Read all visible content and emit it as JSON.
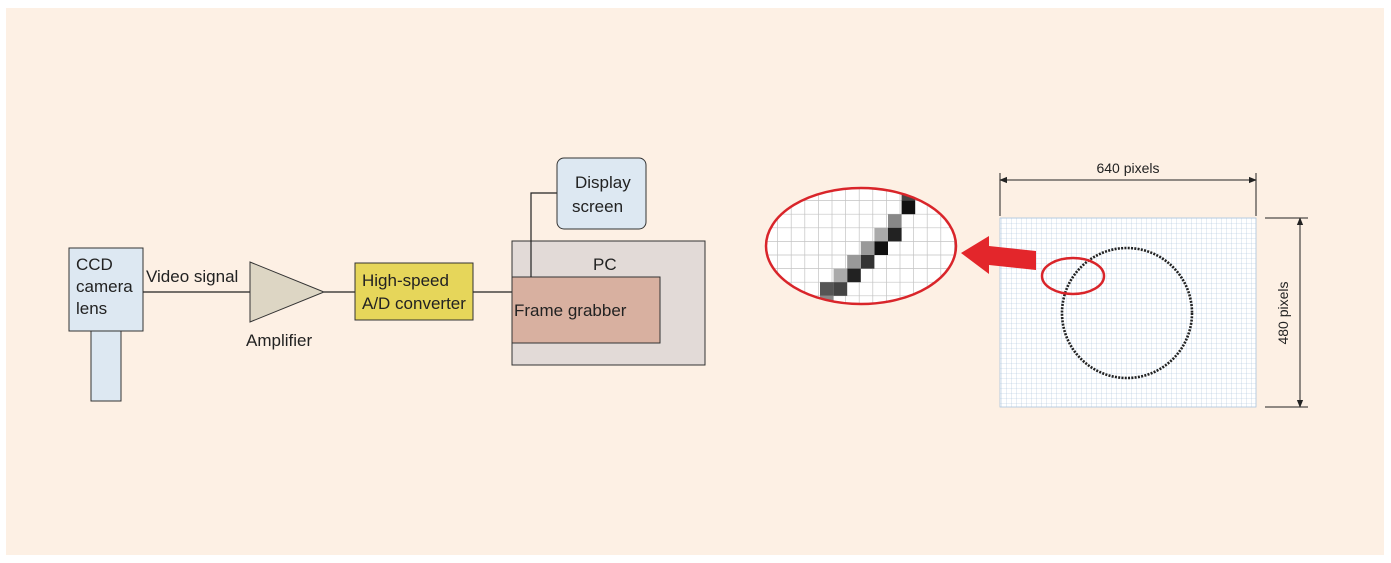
{
  "camera": {
    "label_lines": [
      "CCD",
      "camera",
      "lens"
    ],
    "fill": "#dde8f2"
  },
  "video_signal_label": "Video signal",
  "amplifier": {
    "label": "Amplifier",
    "fill": "#ddd6c4"
  },
  "converter": {
    "label_lines": [
      "High-speed",
      "A/D converter"
    ],
    "fill": "#e6d65a"
  },
  "pc": {
    "label": "PC",
    "fill": "#e2dad7"
  },
  "frame_grabber": {
    "label": "Frame grabber",
    "fill": "#d8b0a0"
  },
  "display_screen": {
    "label_lines": [
      "Display",
      "screen"
    ],
    "fill": "#dde8f2"
  },
  "image_grid": {
    "width_label": "640 pixels",
    "height_label": "480 pixels",
    "grid_color": "#a9c3dc"
  },
  "highlight_color": "#d9252a",
  "zoom_pixels": [
    {
      "col": 6,
      "row": 0,
      "shade": "#444444"
    },
    {
      "col": 6,
      "row": 1,
      "shade": "#111111"
    },
    {
      "col": 5,
      "row": 2,
      "shade": "#888888"
    },
    {
      "col": 5,
      "row": 3,
      "shade": "#222222"
    },
    {
      "col": 4,
      "row": 3,
      "shade": "#aaaaaa"
    },
    {
      "col": 4,
      "row": 4,
      "shade": "#111111"
    },
    {
      "col": 3,
      "row": 4,
      "shade": "#999999"
    },
    {
      "col": 3,
      "row": 5,
      "shade": "#333333"
    },
    {
      "col": 2,
      "row": 5,
      "shade": "#999999"
    },
    {
      "col": 2,
      "row": 6,
      "shade": "#222222"
    },
    {
      "col": 1,
      "row": 6,
      "shade": "#aaaaaa"
    },
    {
      "col": 1,
      "row": 7,
      "shade": "#444444"
    },
    {
      "col": 0,
      "row": 7,
      "shade": "#555555"
    },
    {
      "col": 0,
      "row": 8,
      "shade": "#888888"
    },
    {
      "col": 0,
      "row": 9,
      "shade": "#111111"
    }
  ]
}
